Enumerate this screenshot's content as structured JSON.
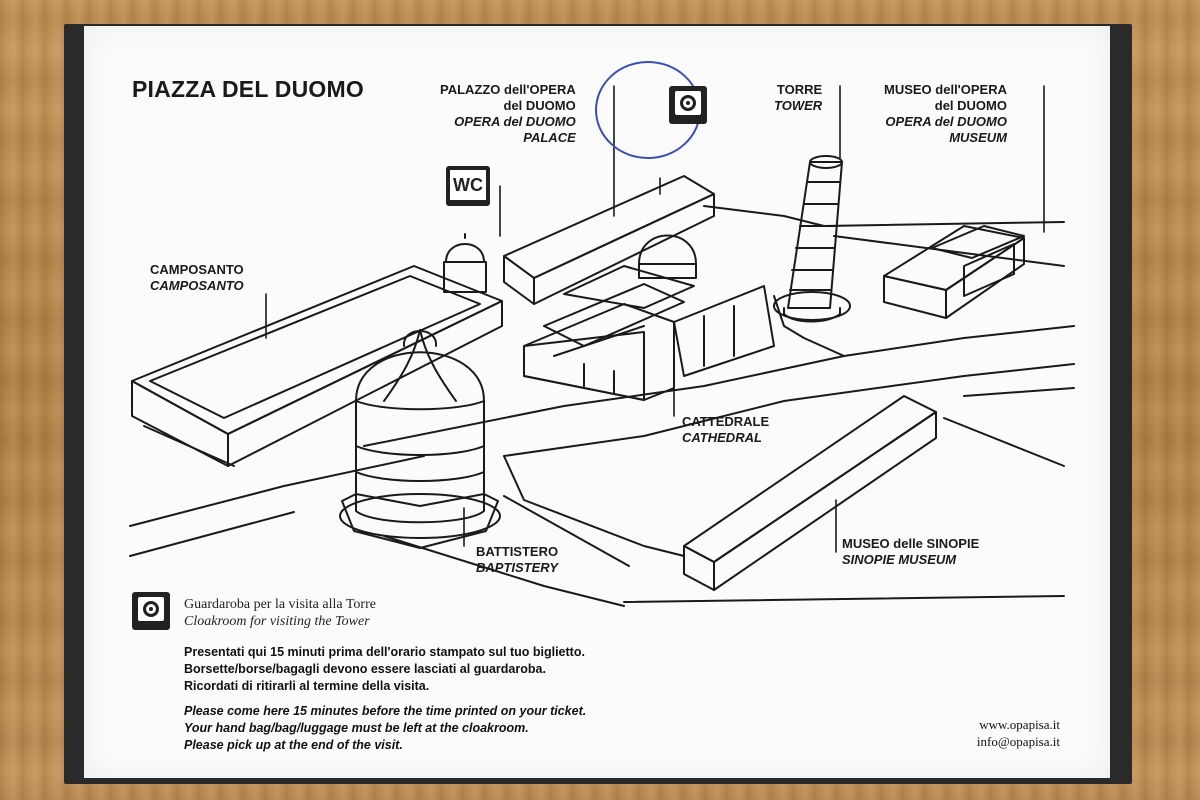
{
  "map": {
    "title": "PIAZZA DEL DUOMO",
    "labels": {
      "palazzo": {
        "it1": "PALAZZO dell'OPERA",
        "it2": "del DUOMO",
        "en1": "OPERA del DUOMO",
        "en2": "PALACE"
      },
      "torre": {
        "it": "TORRE",
        "en": "TOWER"
      },
      "museo_opera": {
        "it1": "MUSEO dell'OPERA",
        "it2": "del DUOMO",
        "en1": "OPERA del DUOMO",
        "en2": "MUSEUM"
      },
      "camposanto": {
        "it": "CAMPOSANTO",
        "en": "CAMPOSANTO"
      },
      "cattedrale": {
        "it": "CATTEDRALE",
        "en": "CATHEDRAL"
      },
      "battistero": {
        "it": "BATTISTERO",
        "en": "BAPTISTERY"
      },
      "sinopie": {
        "it": "MUSEO delle SINOPIE",
        "en": "SINOPIE  MUSEUM"
      },
      "wc": "WC"
    },
    "icons": [
      "cloakroom-icon",
      "wc-icon"
    ],
    "colors": {
      "paper": "#fbfbfb",
      "ink": "#1a1a1a",
      "pen_circle": "#3c4fb0",
      "wood": "#b98a4e"
    }
  },
  "legend": {
    "cloak_it": "Guardaroba per la visita alla Torre",
    "cloak_en": "Cloakroom for visiting the Tower"
  },
  "notes": {
    "it": [
      "Presentati qui 15 minuti prima dell'orario stampato sul tuo biglietto.",
      "Borsette/borse/bagagli devono essere lasciati al guardaroba.",
      "Ricordati di ritirarli al termine della visita."
    ],
    "en": [
      "Please come here 15 minutes before the time printed on your ticket.",
      "Your hand bag/bag/luggage must be left at the cloakroom.",
      "Please pick up at the end of the visit."
    ]
  },
  "contact": {
    "web": "www.opapisa.it",
    "email": "info@opapisa.it"
  }
}
